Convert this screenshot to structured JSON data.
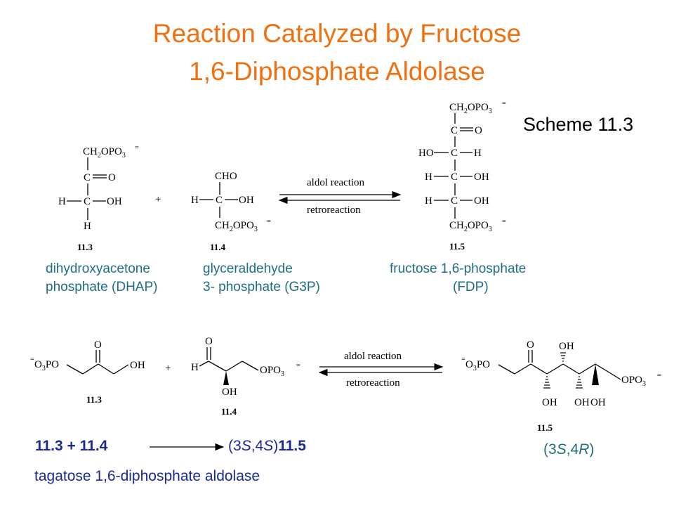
{
  "title": {
    "line1": "Reaction Catalyzed by Fructose",
    "line2": "1,6-Diphosphate Aldolase"
  },
  "scheme_label": "Scheme 11.3",
  "arrows": {
    "forward_label": "aldol reaction",
    "reverse_label": "retroreaction"
  },
  "compounds": [
    {
      "id": "11.3",
      "name_line1": "dihydroxyacetone",
      "name_line2": "phosphate (DHAP)"
    },
    {
      "id": "11.4",
      "name_line1": "glyceraldehyde",
      "name_line2": "3- phosphate (G3P)"
    },
    {
      "id": "11.5",
      "name_line1": "fructose 1,6-phosphate",
      "name_line2": "(FDP)"
    }
  ],
  "structure_text": {
    "ch2opo3": "CH2OPO3",
    "opo3": "OPO3",
    "o3po": "O3PO",
    "cho": "CHO",
    "plus": "+",
    "c": "C",
    "o": "O",
    "h": "H",
    "oh": "OH",
    "ho": "HO",
    "charge": "="
  },
  "bottom": {
    "reaction_left": "11.3 + 11.4",
    "product_prefix": "(3",
    "product_S1": "S",
    "product_mid": ",4",
    "product_S2": "S",
    "product_close": ")",
    "product_id": "11.5",
    "enzyme": "tagatose 1,6-diphosphate aldolase",
    "stereo_open": "(3",
    "stereo_S": "S",
    "stereo_mid": ",4",
    "stereo_R": "R",
    "stereo_close": ")"
  },
  "colors": {
    "title": "#f07010",
    "names": "#1e6e80",
    "bottom_text": "#1a2a90"
  }
}
